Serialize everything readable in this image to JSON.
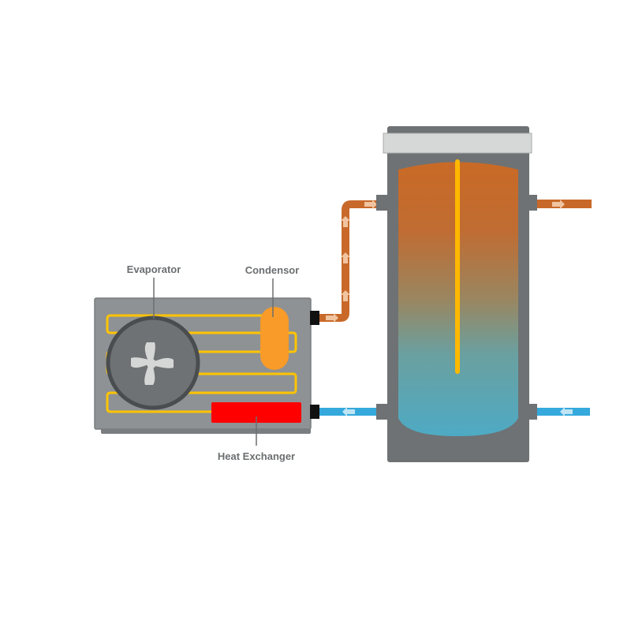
{
  "diagram": {
    "title": "Heat pump water heater",
    "labels": {
      "evaporator": "Evaporator",
      "condensor": "Condensor",
      "heat_exchanger": "Heat Exchanger"
    },
    "colors": {
      "unit_body": "#8f9294",
      "unit_dark": "#5f6264",
      "coil": "#ffc400",
      "condensor": "#f89b28",
      "heat_exchanger": "#ff0000",
      "hot_pipe": "#c8692a",
      "cold_pipe": "#35a9dc",
      "tank_shell": "#6e7274",
      "tank_cap": "#d6d7d7",
      "water_hot": "#c96a26",
      "water_cold": "#4eaac4",
      "heater_rod": "#ffb800",
      "label_text": "#6b6e70"
    },
    "flows": {
      "hot_supply_direction": "up-right",
      "hot_outlet_direction": "right",
      "cold_inlet_direction": "left",
      "cold_return_direction": "left"
    }
  }
}
